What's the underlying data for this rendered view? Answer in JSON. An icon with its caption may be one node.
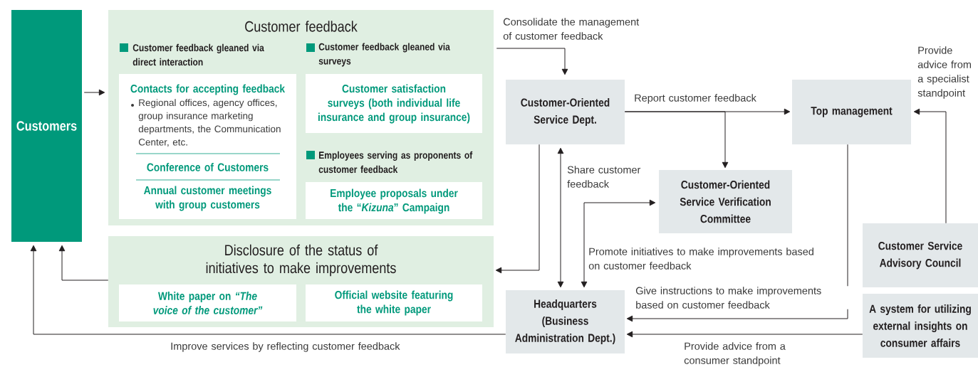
{
  "diagram": {
    "nodes": [
      {
        "text": [
          "Customers"
        ]
      },
      {
        "text": [
          "Customer feedback"
        ]
      },
      {
        "text": [
          "Customer feedback gleaned via direct interaction",
          "Contacts for accepting feedback",
          "Regional offices, agency offices, group insurance marketing departments, the Communication Center, etc.",
          "Conference of Customers",
          "Annual customer meetings with group customers"
        ],
        "in": 1
      },
      {
        "text": [
          "Customer feedback gleaned via surveys",
          "Customer satisfaction surveys (both individual life insurance and group insurance)"
        ],
        "in": 1
      },
      {
        "text": [
          "Employees serving as proponents of customer feedback",
          "Employee proposals under the “*Kizuna*” Campaign"
        ],
        "in": 1
      },
      {
        "text": [
          "Disclosure of the status of initiatives to make improvements"
        ]
      },
      {
        "text": [
          "White paper on *“The voice of the customer”*"
        ],
        "in": 5
      },
      {
        "text": [
          "Official website featuring the white paper"
        ],
        "in": 5
      },
      {
        "text": [
          "Customer-Oriented Service Dept."
        ]
      },
      {
        "text": [
          "Top management"
        ]
      },
      {
        "text": [
          "Customer-Oriented Service Verification Committee"
        ]
      },
      {
        "text": [
          "Headquarters (Business Administration Dept.)"
        ]
      },
      {
        "text": [
          "Customer Service Advisory Council"
        ]
      },
      {
        "text": [
          "A system for utilizing external insights on consumer affairs"
        ]
      }
    ],
    "edges": [
      {
        "from": 0,
        "to": 1,
        "arrow": "to"
      },
      {
        "from": 1,
        "to": 8,
        "arrow": "to",
        "label": "Consolidate the management of customer feedback"
      },
      {
        "from": 8,
        "to": 9,
        "arrow": "to",
        "label": "Report customer feedback"
      },
      {
        "from": 8,
        "to": 10,
        "arrow": "to"
      },
      {
        "from": 8,
        "to": 5,
        "arrow": "to"
      },
      {
        "from": 11,
        "to": 8,
        "arrow": "both",
        "label": "Share customer feedback"
      },
      {
        "from": 11,
        "to": 10,
        "arrow": "both",
        "label": "Promote initiatives to make improvements based on customer feedback"
      },
      {
        "from": 9,
        "to": 11,
        "arrow": "to",
        "label": "Give instructions to make improvements based on customer feedback"
      },
      {
        "from": 13,
        "to": 11,
        "arrow": "to",
        "label": "Provide advice from a consumer standpoint"
      },
      {
        "from": 12,
        "to": 9,
        "arrow": "to",
        "label": "Provide advice from a specialist standpoint"
      },
      {
        "from": 5,
        "to": 0,
        "arrow": "to"
      },
      {
        "from": 11,
        "to": 0,
        "arrow": "to",
        "label": "Improve services by reflecting customer feedback"
      }
    ]
  }
}
